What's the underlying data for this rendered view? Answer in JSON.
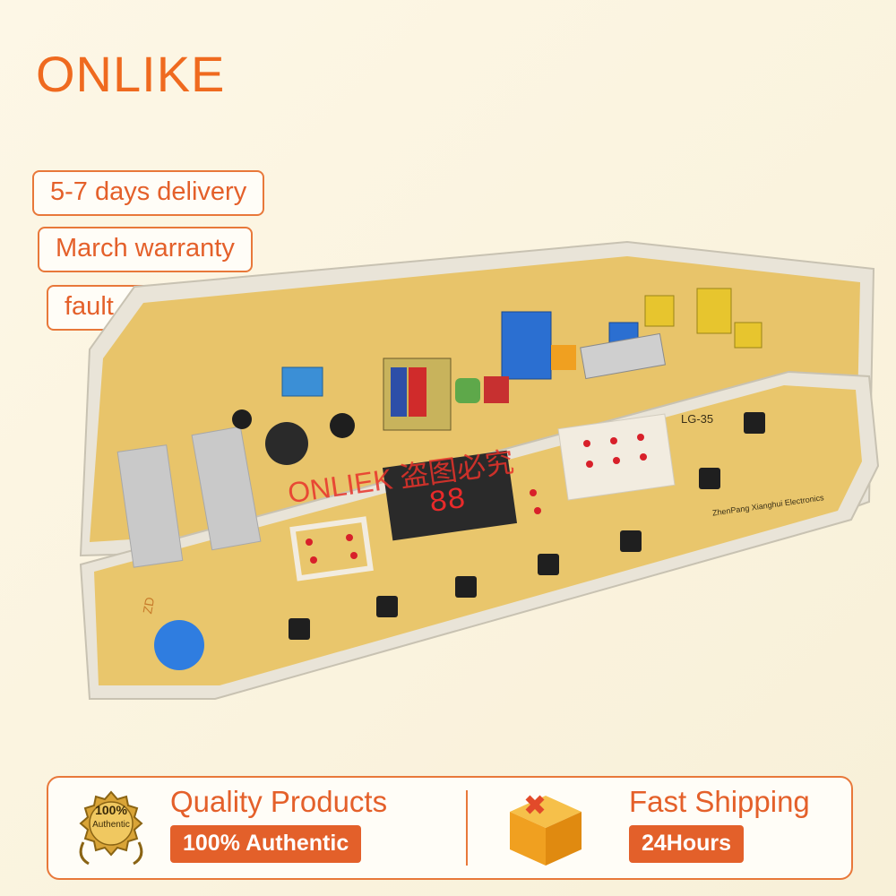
{
  "brand": {
    "name": "ONLIKE"
  },
  "features": [
    "5-7 days delivery",
    "March warranty",
    "fault analysis"
  ],
  "product_photo": {
    "board_label": "LG-35",
    "digit_display": "88",
    "maker_text": "ZhenPang Xianghui Electronics",
    "watermark": "ONLIEK 盗图必究",
    "silkscreen_mark": "ZD",
    "colors": {
      "board": "#e8c46a",
      "frame": "#e9e4d8",
      "display": "#2a2a2a",
      "led": "#d8202a"
    }
  },
  "banner": {
    "left": {
      "title": "Quality Products",
      "pill": "100% Authentic",
      "badge_main": "100%",
      "badge_sub": "Authentic",
      "icon": "gold-badge-icon"
    },
    "right": {
      "title": "Fast Shipping",
      "pill": "24Hours",
      "icon": "package-box-icon"
    },
    "accent_color": "#e3602a"
  }
}
